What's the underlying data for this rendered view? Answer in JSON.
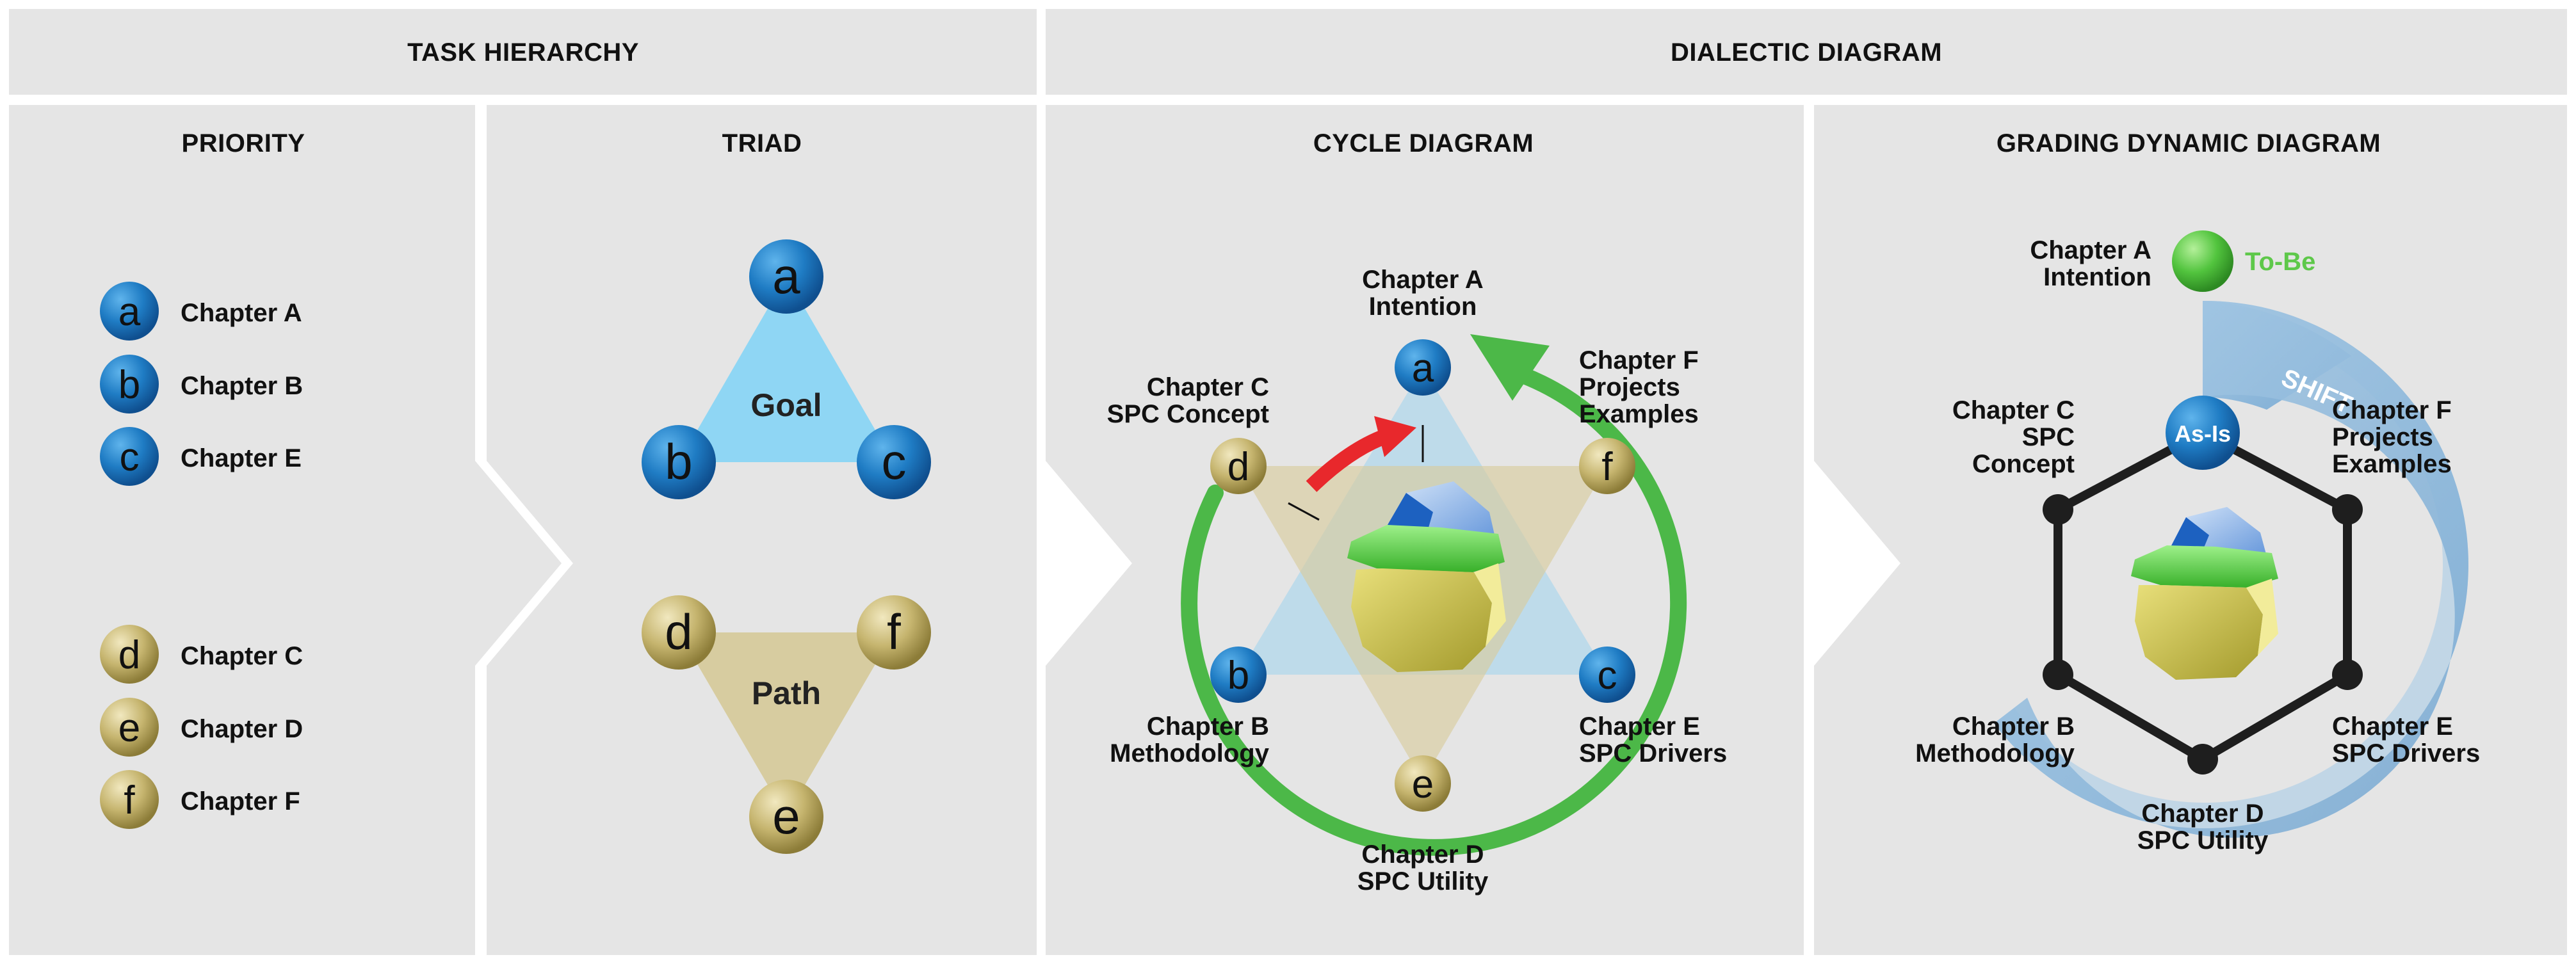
{
  "headers": {
    "task_hierarchy": "TASK HIERARCHY",
    "dialectic_diagram": "DIALECTIC DIAGRAM"
  },
  "panels": {
    "priority": "PRIORITY",
    "triad": "TRIAD",
    "cycle": "CYCLE DIAGRAM",
    "grading": "GRADING DYNAMIC DIAGRAM"
  },
  "priority": {
    "blue_items": [
      {
        "letter": "a",
        "label": "Chapter A"
      },
      {
        "letter": "b",
        "label": "Chapter B"
      },
      {
        "letter": "c",
        "label": "Chapter E"
      }
    ],
    "gold_items": [
      {
        "letter": "d",
        "label": "Chapter C"
      },
      {
        "letter": "e",
        "label": "Chapter D"
      },
      {
        "letter": "f",
        "label": "Chapter F"
      }
    ]
  },
  "triad": {
    "goal_label": "Goal",
    "path_label": "Path",
    "goal_nodes": [
      "a",
      "b",
      "c"
    ],
    "path_nodes": [
      "d",
      "f",
      "e"
    ]
  },
  "cycle": {
    "a": {
      "letter": "a",
      "line1": "Chapter A",
      "line2": "Intention"
    },
    "c": {
      "letter": "d",
      "line1": "Chapter C",
      "line2": "SPC Concept"
    },
    "f": {
      "letter": "f",
      "line1": "Chapter F",
      "line2": "Projects",
      "line3": "Examples"
    },
    "b": {
      "letter": "b",
      "line1": "Chapter B",
      "line2": "Methodology"
    },
    "e": {
      "letter": "c",
      "line1": "Chapter E",
      "line2": "SPC Drivers"
    },
    "d": {
      "letter": "e",
      "line1": "Chapter D",
      "line2": "SPC Utility"
    }
  },
  "grading": {
    "a": {
      "line1": "Chapter A",
      "line2": "Intention"
    },
    "to_be": "To-Be",
    "shift": "SHIFT",
    "as_is": "As-Is",
    "c": {
      "line1": "Chapter C",
      "line2": "SPC",
      "line3": "Concept"
    },
    "f": {
      "line1": "Chapter F",
      "line2": "Projects",
      "line3": "Examples"
    },
    "b": {
      "line1": "Chapter B",
      "line2": "Methodology"
    },
    "e": {
      "line1": "Chapter E",
      "line2": "SPC Drivers"
    },
    "d": {
      "line1": "Chapter D",
      "line2": "SPC Utility"
    }
  },
  "colors": {
    "panel_bg": "#e5e5e5",
    "blue_node": "#1f7cc4",
    "gold_node": "#b8a65a",
    "goal_triangle": "#8fd6f4",
    "path_triangle": "#d7cca0",
    "green_arrow": "#4cb848",
    "red_arrow": "#e8282c",
    "shift_band": "#8ab6da"
  }
}
